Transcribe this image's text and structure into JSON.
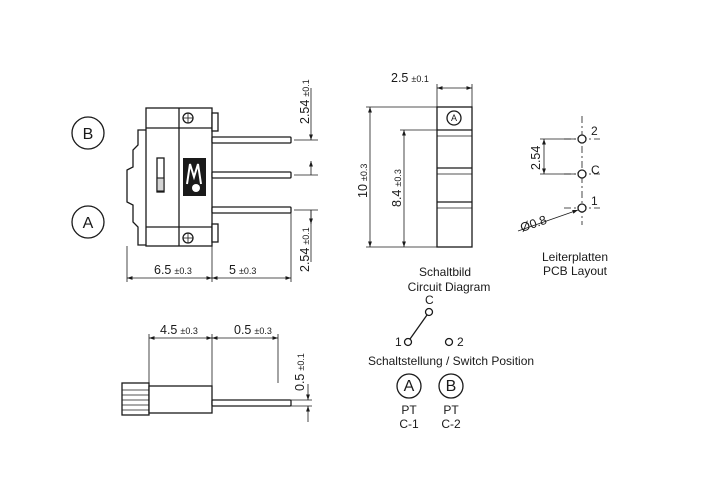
{
  "front_view": {
    "dim_bottom_left": "6.5",
    "dim_bottom_left_tol": "±0.3",
    "dim_bottom_right": "5",
    "dim_bottom_right_tol": "±0.3",
    "dim_right_top": "2.54",
    "dim_right_top_tol": "±0.1",
    "dim_right_bottom": "2.54",
    "dim_right_bottom_tol": "±0.1",
    "label_b": "B",
    "label_a": "A"
  },
  "side_view": {
    "dim_width": "2.5",
    "dim_width_tol": "±0.1",
    "dim_height_outer": "10",
    "dim_height_outer_tol": "±0.3",
    "dim_height_inner": "8.4",
    "dim_height_inner_tol": "±0.3",
    "marker": "A"
  },
  "pcb_layout": {
    "pin_2": "2",
    "pin_c": "C",
    "pin_1": "1",
    "pitch": "2.54",
    "hole_diameter": "Ø0.8",
    "title_de": "Leiterplatten",
    "title_en": "PCB Layout"
  },
  "circuit": {
    "title_de": "Schaltbild",
    "title_en": "Circuit Diagram",
    "common": "C",
    "pin_1": "1",
    "pin_2": "2"
  },
  "switch_position": {
    "title": "Schaltstellung / Switch Position",
    "positions": [
      {
        "letter": "A",
        "type": "PT",
        "connection": "C-1"
      },
      {
        "letter": "B",
        "type": "PT",
        "connection": "C-2"
      }
    ]
  },
  "bottom_view": {
    "dim_left": "4.5",
    "dim_left_tol": "±0.3",
    "dim_right": "0.5",
    "dim_right_tol": "±0.3",
    "dim_vertical": "0.5",
    "dim_vertical_tol": "±0.1"
  }
}
